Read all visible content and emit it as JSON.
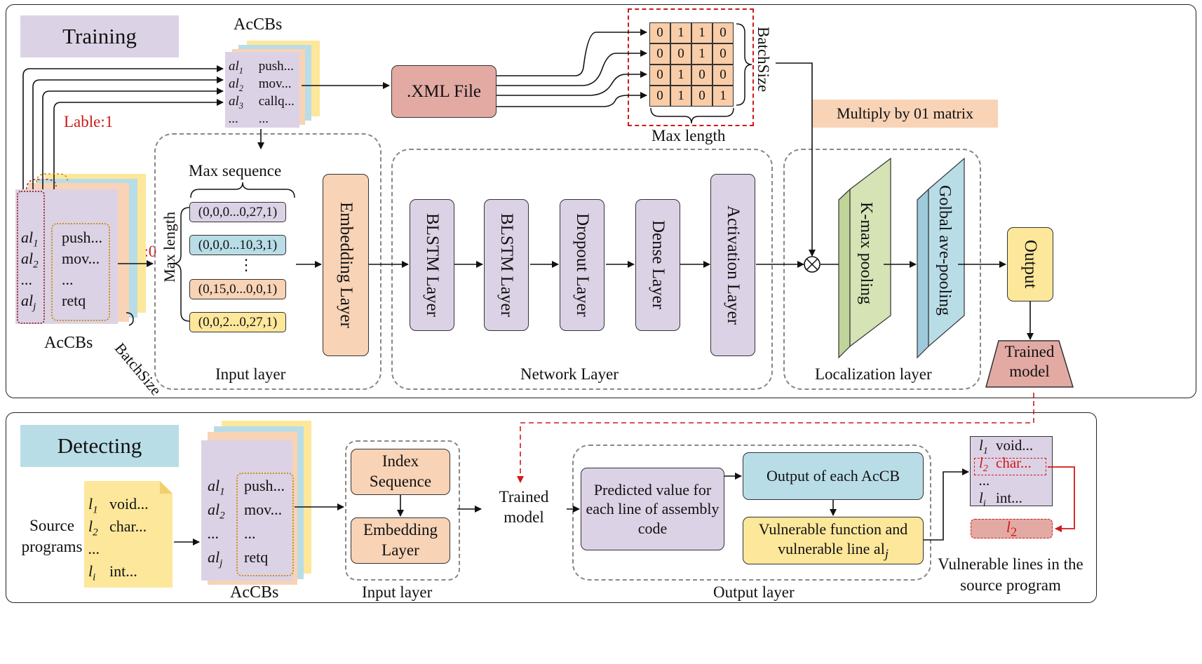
{
  "training": {
    "tag": "Training",
    "acc_title_top": "AcCBs",
    "top_lines": [
      {
        "a": "al",
        "s": "1",
        "code": " push..."
      },
      {
        "a": "al",
        "s": "2",
        "code": " mov..."
      },
      {
        "a": "al",
        "s": "3",
        "code": " callq..."
      },
      {
        "a": "...",
        "s": "",
        "code": " ..."
      }
    ],
    "xml": ".XML File",
    "matrix": [
      [
        "0",
        "1",
        "1",
        "0"
      ],
      [
        "0",
        "0",
        "1",
        "0"
      ],
      [
        "0",
        "1",
        "0",
        "0"
      ],
      [
        "0",
        "1",
        "0",
        "1"
      ]
    ],
    "batch_size": "BatchSize",
    "max_length": "Max length",
    "multiply": "Multiply by 01 matrix",
    "label1": "Lable:1",
    "label0": "Lable:0",
    "left_lines": [
      {
        "a": "al",
        "s": "1",
        "code": "push..."
      },
      {
        "a": "al",
        "s": "2",
        "code": "mov..."
      },
      {
        "a": "...",
        "s": "",
        "code": "..."
      },
      {
        "a": "al",
        "s": "j",
        "code": "retq"
      }
    ],
    "acc_title_left": "AcCBs",
    "batch_size_left": "BatchSize",
    "max_sequence": "Max sequence",
    "max_length_v": "Max length",
    "sequences": [
      "(0,0,0...0,27,1)",
      "(0,0,0...10,3,1)",
      "(0,15,0...0,0,1)",
      "(0,0,2...0,27,1)"
    ],
    "seq_dots": "⋮",
    "embedding": "Embedding Layer",
    "input_layer": "Input layer",
    "network": [
      "BLSTM Layer",
      "BLSTM Layer",
      "Dropout Layer",
      "Dense Layer",
      "Activation Layer"
    ],
    "network_layer": "Network Layer",
    "kmax": "K-max pooling",
    "golbal": "Golbal ave-pooling",
    "localization": "Localization layer",
    "output": "Output",
    "trained_model": "Trained model"
  },
  "detecting": {
    "tag": "Detecting",
    "source_label": "Source programs",
    "src_lines": [
      {
        "a": "l",
        "s": "1",
        "code": "void..."
      },
      {
        "a": "l",
        "s": "2",
        "code": "char..."
      },
      {
        "a": "...",
        "s": "",
        "code": ""
      },
      {
        "a": "l",
        "s": "i",
        "code": "int..."
      }
    ],
    "acc_lines": [
      {
        "a": "al",
        "s": "1",
        "code": "push..."
      },
      {
        "a": "al",
        "s": "2",
        "code": "mov..."
      },
      {
        "a": "...",
        "s": "",
        "code": "..."
      },
      {
        "a": "al",
        "s": "j",
        "code": "retq"
      }
    ],
    "acc_title": "AcCBs",
    "index_sequence": "Index Sequence",
    "embedding": "Embedding Layer",
    "input_layer": "Input layer",
    "trained_model": "Trained model",
    "predicted": "Predicted value for each line of assembly code",
    "output_each": "Output of each AcCB",
    "vulnerable_fn": "Vulnerable function and vulnerable line al",
    "vulnerable_fn_sub": "j",
    "output_layer": "Output layer",
    "result_lines": [
      {
        "a": "l",
        "s": "1",
        "code": "void..."
      },
      {
        "a": "l",
        "s": "2",
        "code": "char..."
      },
      {
        "a": "...",
        "s": "",
        "code": ""
      },
      {
        "a": "l",
        "s": "i",
        "code": "int..."
      }
    ],
    "l2": "l",
    "l2_sub": "2",
    "vulnerable_lines": "Vulnerable lines in the source program"
  },
  "colors": {
    "purple": "#dcd2e5",
    "peach": "#f8d3b6",
    "blue": "#b9dde7",
    "yellow": "#fde79b",
    "pink": "#e3aaa4",
    "green": "#d5e3b5",
    "red": "#d01919"
  }
}
